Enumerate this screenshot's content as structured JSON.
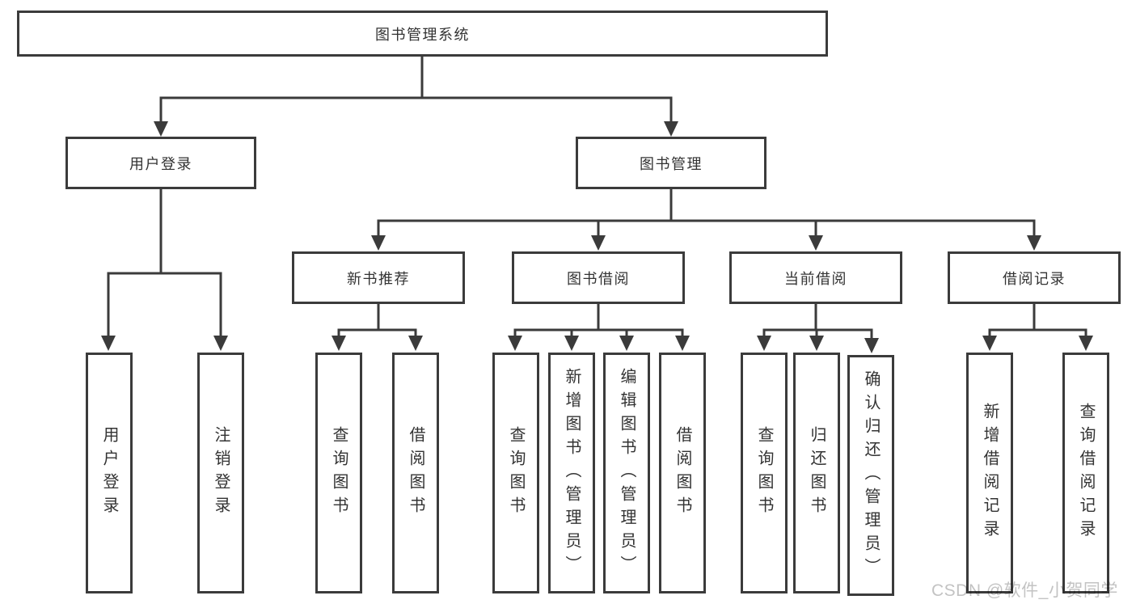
{
  "diagram": {
    "root": {
      "label": "图书管理系统"
    },
    "branches": [
      {
        "label": "用户登录",
        "children": [
          {
            "label": "用户登录"
          },
          {
            "label": "注销登录"
          }
        ]
      },
      {
        "label": "图书管理",
        "children": [
          {
            "label": "新书推荐",
            "children": [
              {
                "label": "查询图书"
              },
              {
                "label": "借阅图书"
              }
            ]
          },
          {
            "label": "图书借阅",
            "children": [
              {
                "label": "查询图书"
              },
              {
                "label": "新增图书（管理员）"
              },
              {
                "label": "编辑图书（管理员）"
              },
              {
                "label": "借阅图书"
              }
            ]
          },
          {
            "label": "当前借阅",
            "children": [
              {
                "label": "查询图书"
              },
              {
                "label": "归还图书"
              },
              {
                "label": "确认归还（管理员）"
              }
            ]
          },
          {
            "label": "借阅记录",
            "children": [
              {
                "label": "新增借阅记录"
              },
              {
                "label": "查询借阅记录"
              }
            ]
          }
        ]
      }
    ]
  },
  "watermark": {
    "text": "CSDN @软件_小贺同学",
    "color": "#c3c3c3"
  },
  "colors": {
    "box_border": "#3b3b3b",
    "connector_line": "#3b3b3b",
    "text": "#333333",
    "background": "#ffffff"
  }
}
